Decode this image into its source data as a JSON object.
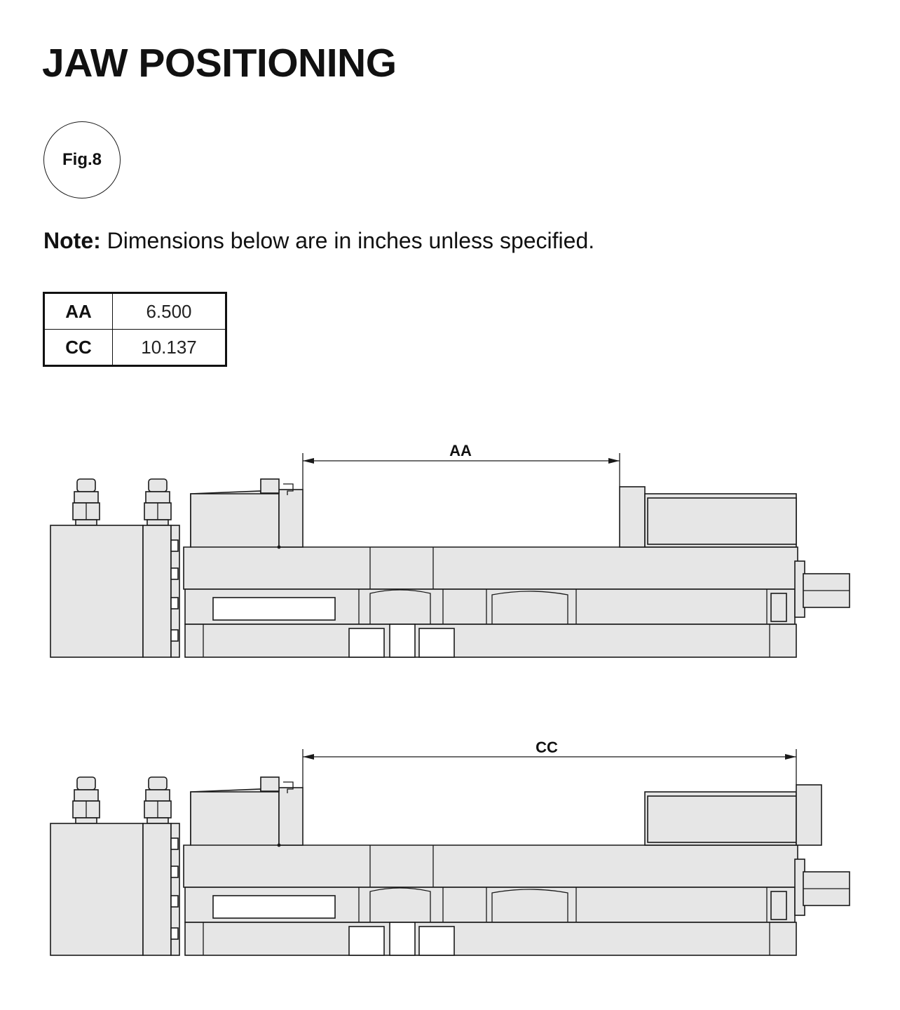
{
  "title": "JAW POSITIONING",
  "figure_label": "Fig.8",
  "note": {
    "label": "Note:",
    "text": "Dimensions below are in inches unless specified."
  },
  "dimensions_table": {
    "rows": [
      {
        "key": "AA",
        "value": "6.500"
      },
      {
        "key": "CC",
        "value": "10.137"
      }
    ]
  },
  "drawings": {
    "top": {
      "dimension_label": "AA",
      "description": "vise side view with movable jaw at AA position"
    },
    "bottom": {
      "dimension_label": "CC",
      "description": "vise side view with movable jaw at CC position"
    }
  },
  "colors": {
    "part_fill": "#e6e6e6",
    "outline": "#1a1a1a"
  }
}
